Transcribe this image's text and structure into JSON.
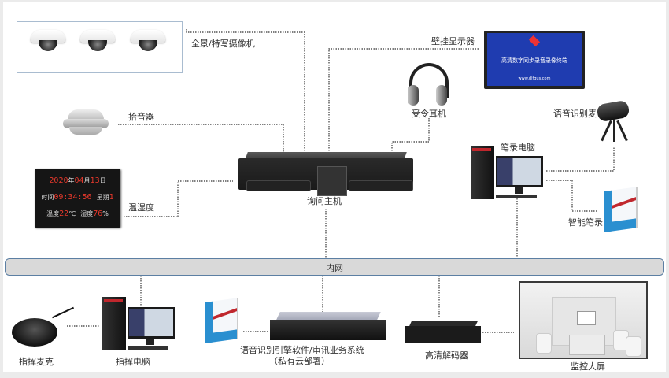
{
  "diagram": {
    "type": "system-topology",
    "nodes": {
      "cameras": {
        "label": "全景/特写摄像机",
        "count": 3
      },
      "pickup": {
        "label": "拾音器"
      },
      "temp_humidity": {
        "label": "温湿度",
        "display": {
          "date_year": "2020",
          "year_unit": "年",
          "date_month": "04",
          "month_unit": "月",
          "date_day": "13",
          "day_unit": "日",
          "time_label": "时间",
          "time": "09:34:56",
          "weekday_label": "星期",
          "weekday": "1",
          "temp_label": "温度",
          "temp": "22",
          "temp_unit": "℃",
          "humidity_label": "湿度",
          "humidity": "76",
          "humidity_unit": "%"
        }
      },
      "host": {
        "label": "询问主机"
      },
      "wall_display": {
        "label": "壁挂显示器",
        "screen_title": "高清数字同步录音录像终端",
        "screen_url": "www.dlfgus.com"
      },
      "headphones": {
        "label": "受令耳机"
      },
      "speech_mic": {
        "label": "语音识别麦"
      },
      "record_pc": {
        "label": "笔录电脑"
      },
      "smart_record": {
        "label": "智能笔录"
      },
      "lan": {
        "label": "内网"
      },
      "command_mic": {
        "label": "指挥麦克"
      },
      "command_pc": {
        "label": "指挥电脑"
      },
      "asr_server": {
        "label": "语音识别引擎软件/审讯业务系统",
        "sublabel": "（私有云部署）"
      },
      "decoder": {
        "label": "高清解码器"
      },
      "monitor_screen": {
        "label": "监控大屏"
      }
    },
    "colors": {
      "lan_fill": "#d9d9d9",
      "lan_border": "#5c7fa3",
      "led_red": "#e8392c",
      "screen_blue": "#1f3cb0",
      "connector": "#555555"
    }
  }
}
